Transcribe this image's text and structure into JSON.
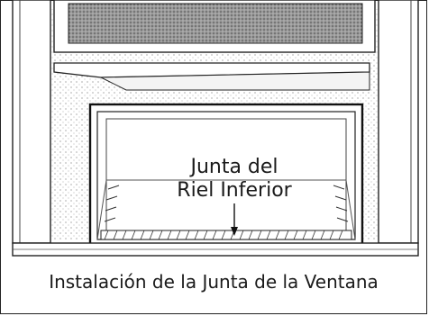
{
  "callout": {
    "line1": "Junta del",
    "line2": "Riel Inferior"
  },
  "caption": "Instalación de la Junta de la Ventana"
}
